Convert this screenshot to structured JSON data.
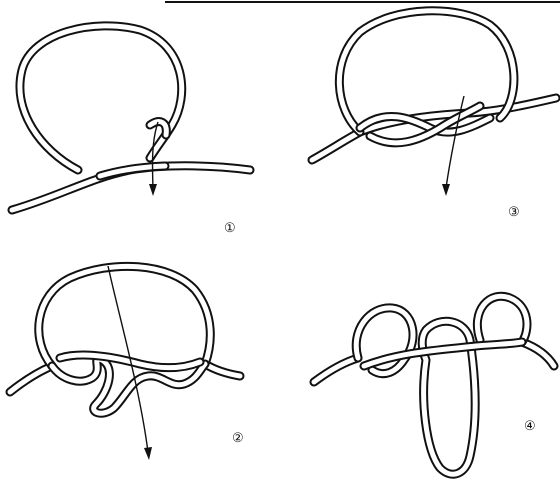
{
  "steps": [
    {
      "label": "①"
    },
    {
      "label": "②"
    },
    {
      "label": "③"
    },
    {
      "label": "④"
    }
  ],
  "colors": {
    "ink": "#111111",
    "rope_fill": "#ffffff",
    "background": "#ffffff"
  }
}
